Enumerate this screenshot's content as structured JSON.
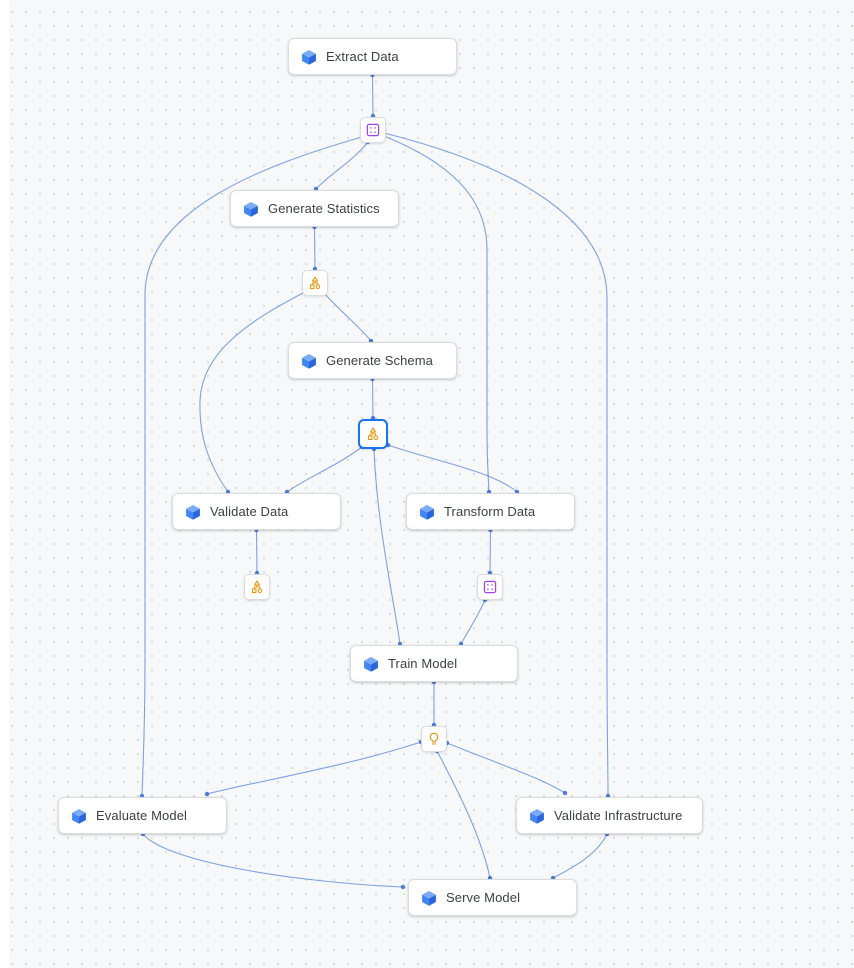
{
  "colors": {
    "canvas_bg": "#f7f8f9",
    "canvas_dot": "#d8dade",
    "card_border": "#dadce0",
    "label": "#3c4043",
    "edge": "#5585db",
    "edge_dot": "#3d6fd0",
    "cube_top": "#7baaf7",
    "cube_left": "#4285f4",
    "cube_right": "#2a66d9",
    "artifact_purple": "#a142f4",
    "artifact_orange": "#e8930c",
    "selection": "#1a73e8"
  },
  "steps": {
    "extract_data": {
      "label": "Extract Data",
      "icon": "cube-icon"
    },
    "generate_statistics": {
      "label": "Generate Statistics",
      "icon": "cube-icon"
    },
    "generate_schema": {
      "label": "Generate Schema",
      "icon": "cube-icon"
    },
    "validate_data": {
      "label": "Validate Data",
      "icon": "cube-icon"
    },
    "transform_data": {
      "label": "Transform Data",
      "icon": "cube-icon"
    },
    "train_model": {
      "label": "Train Model",
      "icon": "cube-icon"
    },
    "evaluate_model": {
      "label": "Evaluate Model",
      "icon": "cube-icon"
    },
    "validate_infrastructure": {
      "label": "Validate Infrastructure",
      "icon": "cube-icon"
    },
    "serve_model": {
      "label": "Serve Model",
      "icon": "cube-icon"
    }
  },
  "artifacts": {
    "examples": {
      "icon": "dataset-grid-icon",
      "color": "#a142f4"
    },
    "statistics": {
      "icon": "flowchart-tree-icon",
      "color": "#e8930c"
    },
    "schema": {
      "icon": "flowchart-tree-icon",
      "color": "#e8930c",
      "selected": true
    },
    "anomalies": {
      "icon": "flowchart-tree-icon",
      "color": "#e8930c"
    },
    "transformed_examples": {
      "icon": "dataset-grid-icon",
      "color": "#a142f4"
    },
    "model": {
      "icon": "lightbulb-icon",
      "color": "#e8930c"
    }
  },
  "state": {
    "selected_node": "schema-artifact"
  },
  "edges": [
    {
      "from": "extract-data",
      "to": "examples-artifact"
    },
    {
      "from": "examples-artifact",
      "to": "generate-statistics"
    },
    {
      "from": "examples-artifact",
      "to": "transform-data"
    },
    {
      "from": "examples-artifact",
      "to": "evaluate-model"
    },
    {
      "from": "examples-artifact",
      "to": "validate-infrastructure"
    },
    {
      "from": "generate-statistics",
      "to": "statistics-artifact"
    },
    {
      "from": "statistics-artifact",
      "to": "generate-schema"
    },
    {
      "from": "statistics-artifact",
      "to": "validate-data"
    },
    {
      "from": "generate-schema",
      "to": "schema-artifact"
    },
    {
      "from": "schema-artifact",
      "to": "validate-data"
    },
    {
      "from": "schema-artifact",
      "to": "transform-data"
    },
    {
      "from": "schema-artifact",
      "to": "train-model"
    },
    {
      "from": "validate-data",
      "to": "anomalies-artifact"
    },
    {
      "from": "transform-data",
      "to": "transformed-examples-artifact"
    },
    {
      "from": "transformed-examples-artifact",
      "to": "train-model"
    },
    {
      "from": "train-model",
      "to": "model-artifact"
    },
    {
      "from": "model-artifact",
      "to": "evaluate-model"
    },
    {
      "from": "model-artifact",
      "to": "validate-infrastructure"
    },
    {
      "from": "model-artifact",
      "to": "serve-model"
    },
    {
      "from": "evaluate-model",
      "to": "serve-model"
    },
    {
      "from": "validate-infrastructure",
      "to": "serve-model"
    }
  ]
}
